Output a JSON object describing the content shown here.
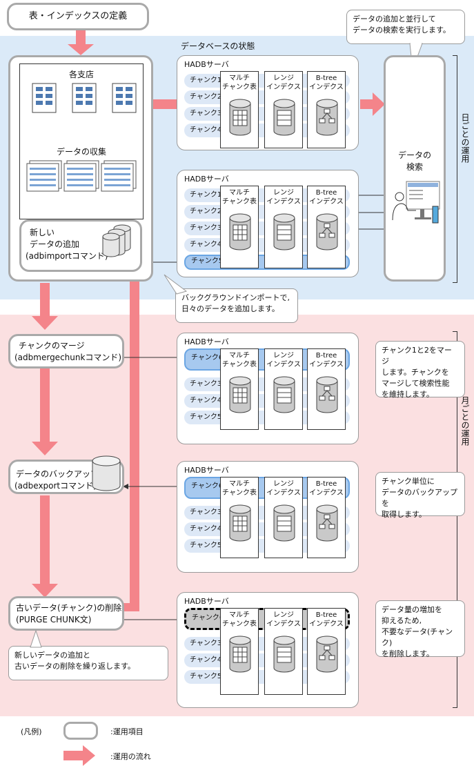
{
  "top_box": "表・インデックスの定義",
  "daily": {
    "zone_title": "データベースの状態",
    "side_label": "日ごとの運用",
    "stores_label": "各支店",
    "collect_label": "データの収集",
    "add_box": [
      "新しい",
      "データの追加",
      "(adbimportコマンド)"
    ],
    "search_label": [
      "データの",
      "検索"
    ],
    "callout_top": [
      "データの追加と並行して",
      "データの検索を実行します。"
    ],
    "callout_bg": [
      "バックグラウンドインポートで,",
      "日々のデータを追加します。"
    ]
  },
  "monthly": {
    "side_label": "月ごとの運用",
    "merge_box": [
      "チャンクのマージ",
      "(adbmergechunkコマンド)"
    ],
    "backup_box": [
      "データのバックアップ",
      "(adbexportコマンド)"
    ],
    "purge_box": [
      "古いデータ(チャンク)の削除",
      "(PURGE CHUNK文)"
    ],
    "callout_merge": [
      "チャンク1と2をマージ",
      "します。チャンクを",
      "マージして検索性能",
      "を維持します。"
    ],
    "callout_backup": [
      "チャンク単位に",
      "データのバックアップを",
      "取得します。"
    ],
    "callout_purge": [
      "データ量の増加を",
      "抑えるため,",
      "不要なデータ(チャンク)",
      "を削除します。"
    ],
    "callout_repeat": [
      "新しいデータの追加と",
      "古いデータの削除を繰り返します。"
    ]
  },
  "server": {
    "title": "HADBサーバ",
    "col_multi": [
      "マルチ",
      "チャンク表"
    ],
    "col_range": [
      "レンジ",
      "インデクス"
    ],
    "col_btree": [
      "B-tree",
      "インデクス"
    ],
    "chunks": {
      "c1": "チャンク1",
      "c2": "チャンク2",
      "c3": "チャンク3",
      "c4": "チャンク4",
      "c5": "チャンク5",
      "c6": "チャンク6"
    }
  },
  "legend": {
    "title": "(凡例)",
    "item": ":運用項目",
    "flow": ":運用の流れ"
  },
  "colors": {
    "arrow": "#f4848a",
    "arrow_light": "#eeeec0",
    "daily_bg": "#dbeaf8",
    "monthly_bg": "#fbe0e1",
    "chunk_bg": "#dde8f6",
    "chunk_highlight": "#a7c9ef"
  }
}
